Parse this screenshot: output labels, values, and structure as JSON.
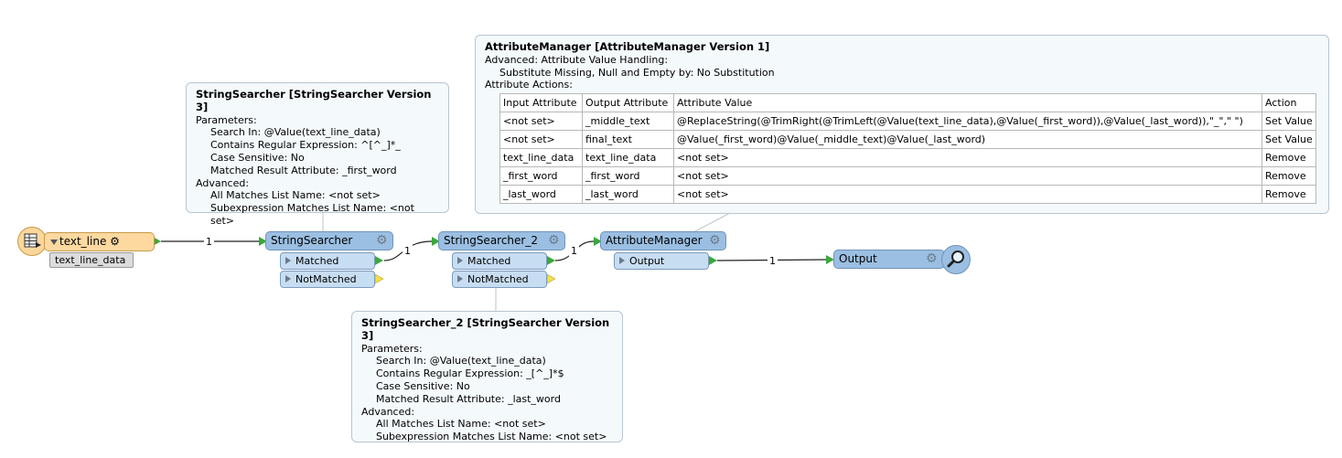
{
  "annotations": {
    "attr_manager": {
      "title": "AttributeManager [AttributeManager Version 1]",
      "adv_label": "Advanced: Attribute Value Handling:",
      "adv_value": "Substitute Missing, Null and Empty by: No Substitution",
      "actions_label": "Attribute Actions:",
      "headers": [
        "Input Attribute",
        "Output Attribute",
        "Attribute Value",
        "Action"
      ],
      "rows": [
        [
          "<not set>",
          "_middle_text",
          "@ReplaceString(@TrimRight(@TrimLeft(@Value(text_line_data),@Value(_first_word)),@Value(_last_word)),\"_\",\" \")",
          "Set Value"
        ],
        [
          "<not set>",
          "final_text",
          "@Value(_first_word)@Value(_middle_text)@Value(_last_word)",
          "Set Value"
        ],
        [
          "text_line_data",
          "text_line_data",
          "<not set>",
          "Remove"
        ],
        [
          "_first_word",
          "_first_word",
          "<not set>",
          "Remove"
        ],
        [
          "_last_word",
          "_last_word",
          "<not set>",
          "Remove"
        ]
      ]
    },
    "string_searcher": {
      "title": "StringSearcher [StringSearcher Version 3]",
      "params_label": "Parameters:",
      "search_in": "Search In: @Value(text_line_data)",
      "regex": "Contains Regular Expression: ^[^_]*_",
      "case": "Case Sensitive: No",
      "result_attr": "Matched Result Attribute: _first_word",
      "adv_label": "Advanced:",
      "all_matches": "All Matches List Name: <not set>",
      "sub_matches": "Subexpression Matches List Name: <not set>"
    },
    "string_searcher_2": {
      "title": "StringSearcher_2 [StringSearcher Version 3]",
      "params_label": "Parameters:",
      "search_in": "Search In: @Value(text_line_data)",
      "regex": "Contains Regular Expression: _[^_]*$",
      "case": "Case Sensitive: No",
      "result_attr": "Matched Result Attribute: _last_word",
      "adv_label": "Advanced:",
      "all_matches": "All Matches List Name: <not set>",
      "sub_matches": "Subexpression Matches List Name: <not set>"
    }
  },
  "nodes": {
    "reader": {
      "label": "text_line",
      "attribute": "text_line_data"
    },
    "ss1": {
      "label": "StringSearcher",
      "port_matched": "Matched",
      "port_notmatched": "NotMatched"
    },
    "ss2": {
      "label": "StringSearcher_2",
      "port_matched": "Matched",
      "port_notmatched": "NotMatched"
    },
    "am": {
      "label": "AttributeManager",
      "port_output": "Output"
    },
    "output": {
      "label": "Output"
    }
  },
  "connections": {
    "c1": "1",
    "c2": "1",
    "c3": "1",
    "c4": "1"
  },
  "colors": {
    "transformer": "#9bbfe2",
    "reader": "#fdd9a0",
    "port": "#c7ddf2",
    "connection": "#222222",
    "output_port_green": "#3aa83a",
    "notmatched_port_yellow": "#f2df4a"
  }
}
